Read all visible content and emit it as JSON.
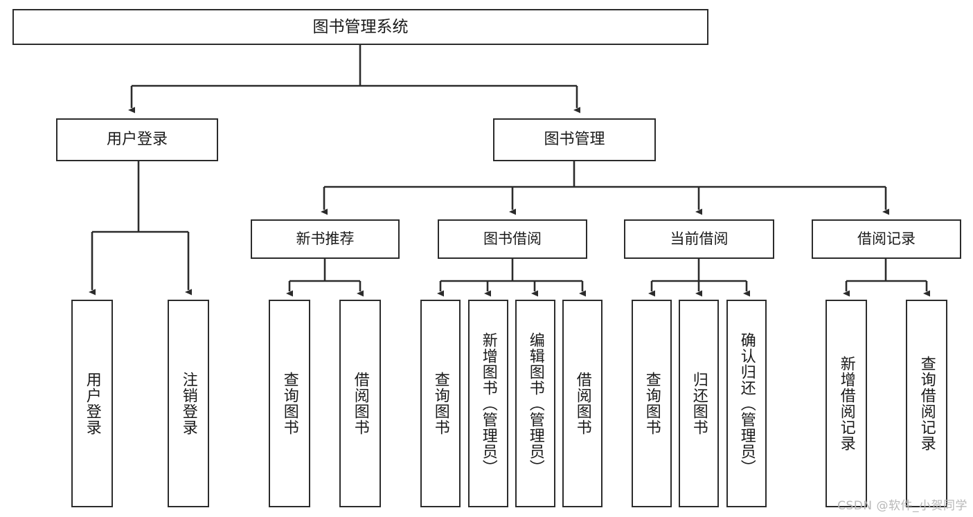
{
  "diagram": {
    "type": "tree-hierarchy-chart",
    "title": "图书管理系统",
    "background_color": "#ffffff",
    "line_color": "#2b2b2b",
    "box_border_color": "#2b2b2b",
    "text_color": "#1a1a1a",
    "levels": 4,
    "nodes": {
      "root": {
        "label": "图书管理系统",
        "level": 1
      },
      "user_login": {
        "label": "用户登录",
        "level": 2
      },
      "book_manage": {
        "label": "图书管理",
        "level": 2
      },
      "new_book_rec": {
        "label": "新书推荐",
        "level": 3
      },
      "book_borrow": {
        "label": "图书借阅",
        "level": 3
      },
      "current_borrow": {
        "label": "当前借阅",
        "level": 3
      },
      "borrow_record": {
        "label": "借阅记录",
        "level": 3
      },
      "leaf_user_login": {
        "label": "用户登录",
        "level": 3
      },
      "leaf_logout": {
        "label": "注销登录",
        "level": 3
      },
      "leaf_query_book_1": {
        "label": "查询图书",
        "level": 4
      },
      "leaf_borrow_book_1": {
        "label": "借阅图书",
        "level": 4
      },
      "leaf_query_book_2": {
        "label": "查询图书",
        "level": 4
      },
      "leaf_add_book": {
        "label": "新增图书（管理员）",
        "level": 4
      },
      "leaf_edit_book": {
        "label": "编辑图书（管理员）",
        "level": 4
      },
      "leaf_borrow_book_2": {
        "label": "借阅图书",
        "level": 4
      },
      "leaf_query_book_3": {
        "label": "查询图书",
        "level": 4
      },
      "leaf_return_book": {
        "label": "归还图书",
        "level": 4
      },
      "leaf_confirm_return": {
        "label": "确认归还（管理员）",
        "level": 4
      },
      "leaf_add_record": {
        "label": "新增借阅记录",
        "level": 4
      },
      "leaf_query_record": {
        "label": "查询借阅记录",
        "level": 4
      }
    },
    "edges": [
      {
        "from": "root",
        "to": "user_login"
      },
      {
        "from": "root",
        "to": "book_manage"
      },
      {
        "from": "user_login",
        "to": "leaf_user_login"
      },
      {
        "from": "user_login",
        "to": "leaf_logout"
      },
      {
        "from": "book_manage",
        "to": "new_book_rec"
      },
      {
        "from": "book_manage",
        "to": "book_borrow"
      },
      {
        "from": "book_manage",
        "to": "current_borrow"
      },
      {
        "from": "book_manage",
        "to": "borrow_record"
      },
      {
        "from": "new_book_rec",
        "to": "leaf_query_book_1"
      },
      {
        "from": "new_book_rec",
        "to": "leaf_borrow_book_1"
      },
      {
        "from": "book_borrow",
        "to": "leaf_query_book_2"
      },
      {
        "from": "book_borrow",
        "to": "leaf_add_book"
      },
      {
        "from": "book_borrow",
        "to": "leaf_edit_book"
      },
      {
        "from": "book_borrow",
        "to": "leaf_borrow_book_2"
      },
      {
        "from": "current_borrow",
        "to": "leaf_query_book_3"
      },
      {
        "from": "current_borrow",
        "to": "leaf_return_book"
      },
      {
        "from": "current_borrow",
        "to": "leaf_confirm_return"
      },
      {
        "from": "borrow_record",
        "to": "leaf_add_record"
      },
      {
        "from": "borrow_record",
        "to": "leaf_query_record"
      }
    ]
  },
  "watermark": {
    "text": "CSDN @软件_小贺同学"
  }
}
